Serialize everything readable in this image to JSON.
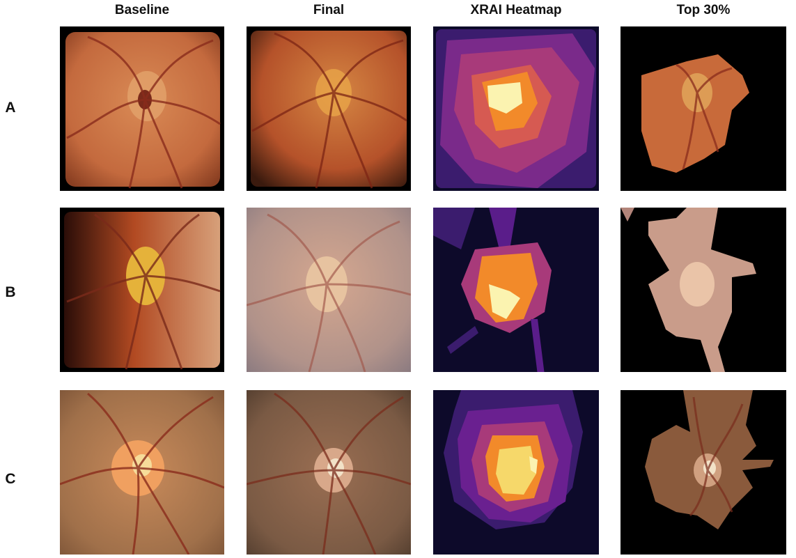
{
  "columns": [
    {
      "label": "Baseline",
      "icon": "fundus-image"
    },
    {
      "label": "Final",
      "icon": "fundus-image"
    },
    {
      "label": "XRAI Heatmap",
      "icon": "heatmap-image"
    },
    {
      "label": "Top 30%",
      "icon": "masked-fundus-image"
    }
  ],
  "rows": [
    {
      "label": "A"
    },
    {
      "label": "B"
    },
    {
      "label": "C"
    }
  ],
  "colors": {
    "background": "#ffffff",
    "fundus_orange": "#c8673a",
    "fundus_pale": "#b99a8a",
    "fundus_brown": "#8a5a3c",
    "optic_disc": "#f2d27a",
    "vessel": "#8a2c1c",
    "heatmap_dark": "#0d0a2a",
    "heatmap_purple": "#5a1d8a",
    "heatmap_magenta": "#a83a7a",
    "heatmap_orange": "#f28a2a",
    "heatmap_yellow": "#fbf3b0"
  }
}
